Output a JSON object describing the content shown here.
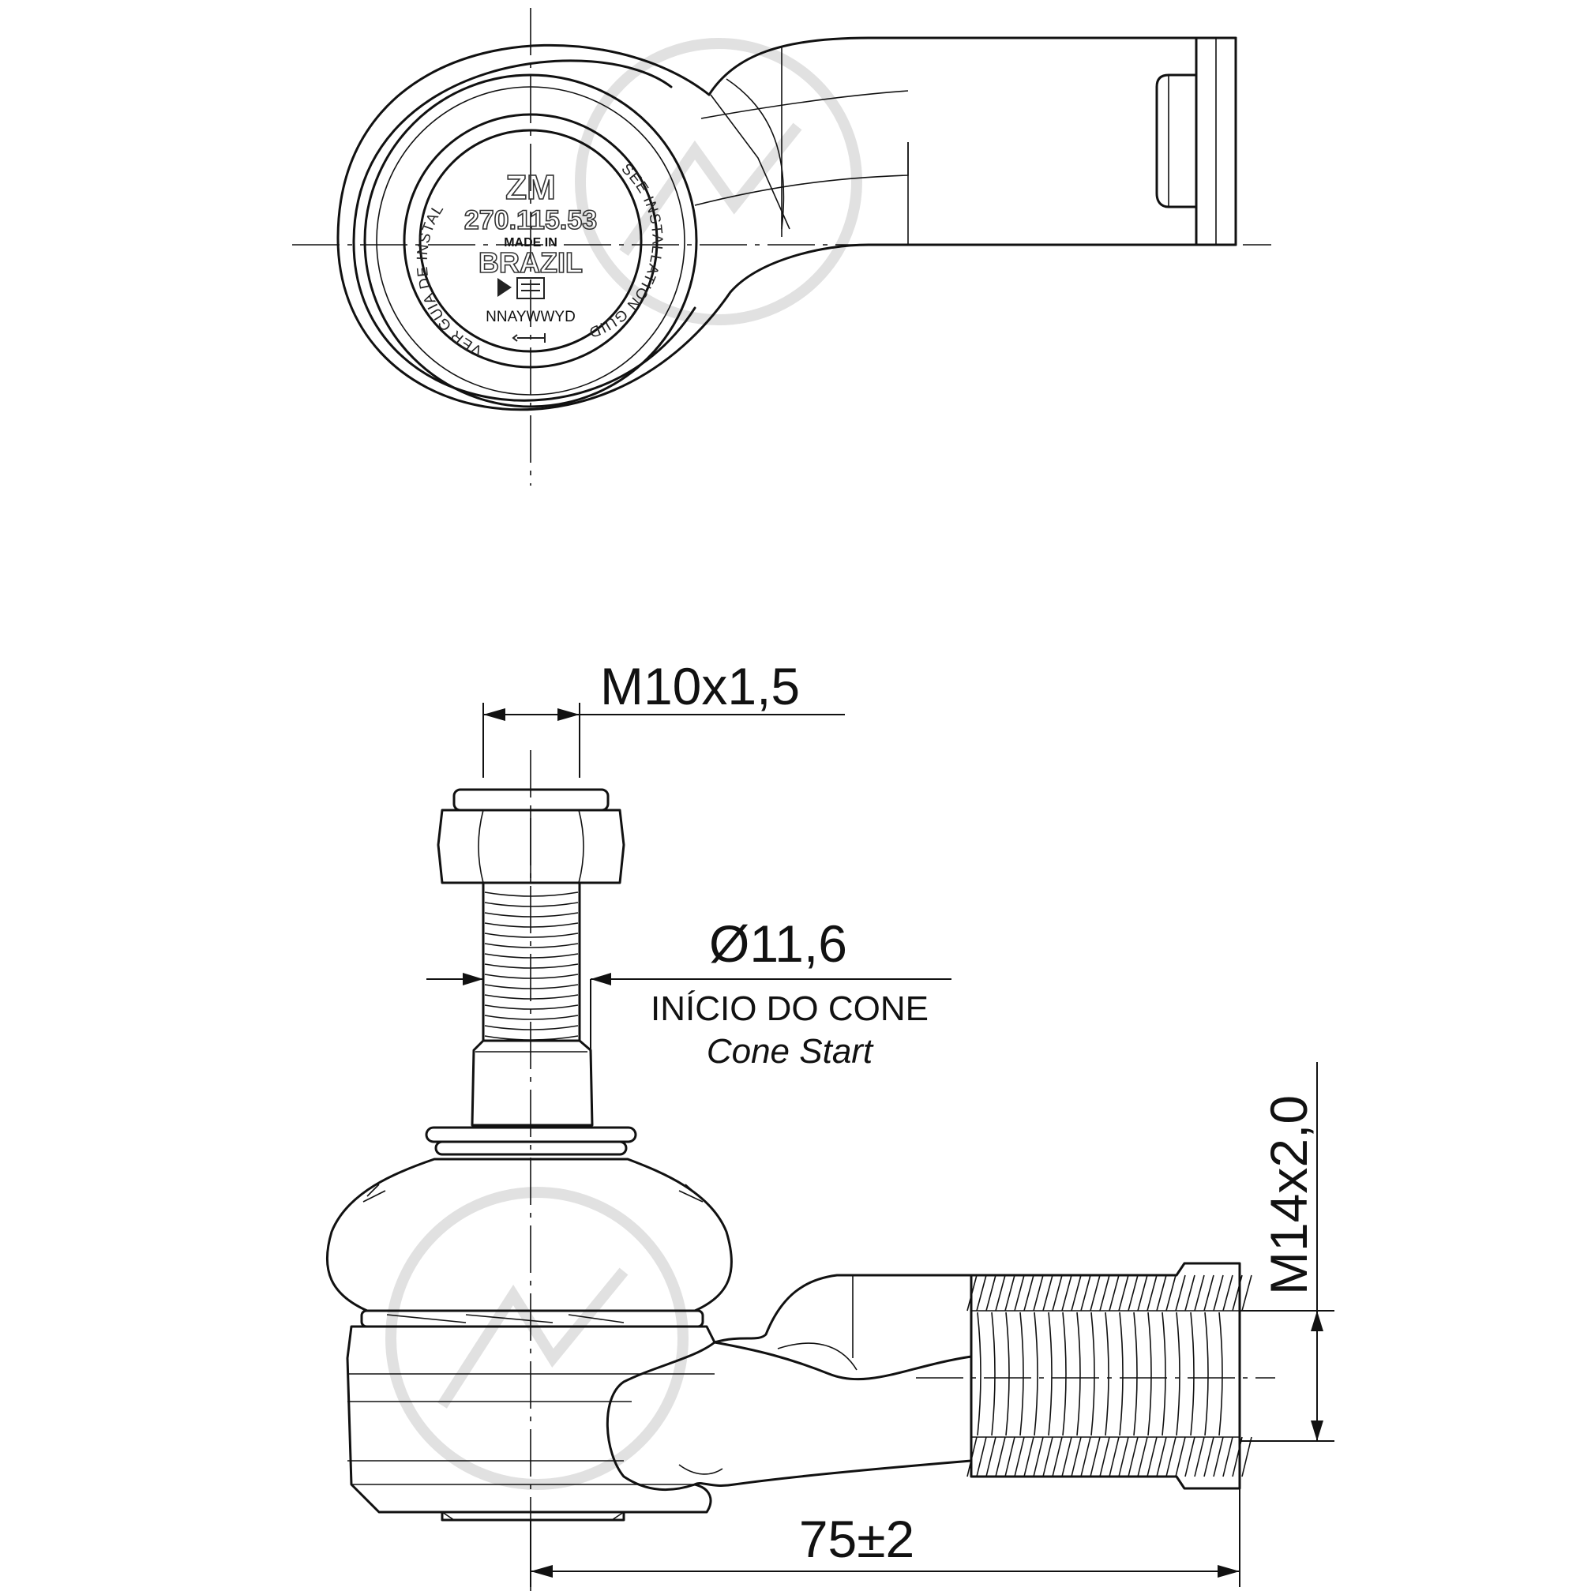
{
  "marking": {
    "brand": "ZM",
    "part_number": "270.115.53",
    "made_in": "MADE IN",
    "country": "BRAZIL",
    "date_code": "NNAYWWYD",
    "arc_pt": "VER GUIA DE INSTALAÇÃO",
    "arc_en": "SEE INSTALLATION GUIDE"
  },
  "dimensions": {
    "stud_thread": "M10x1,5",
    "cone_diameter": "Ø11,6",
    "cone_label_pt": "INÍCIO DO CONE",
    "cone_label_en": "Cone Start",
    "shank_thread": "M14x2,0",
    "length": "75±2"
  }
}
